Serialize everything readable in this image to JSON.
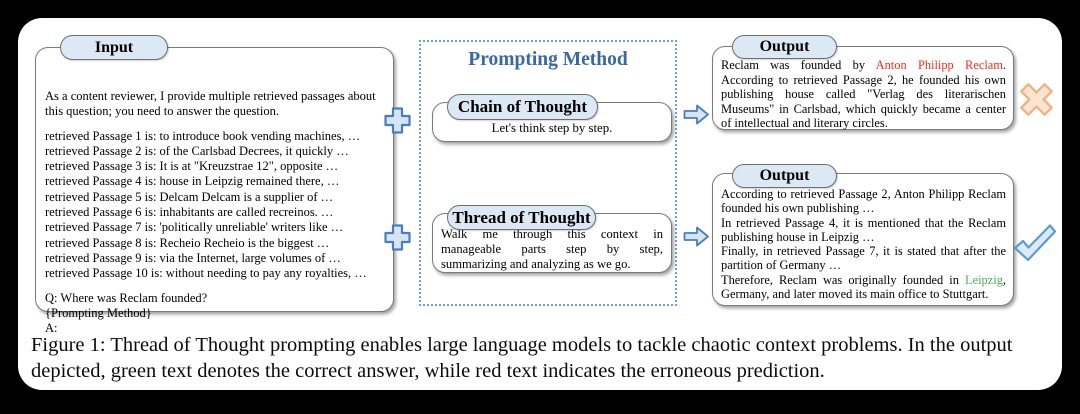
{
  "colors": {
    "accent_blue": "#3a67a8",
    "correct_green": "#4cae58",
    "error_red": "#fa2b1d",
    "pill_fill": "#dde8f5",
    "icon_blue_fill": "#d5e5f6",
    "icon_blue_stroke": "#4a7ebb",
    "cross_fill": "#fbe4d2",
    "cross_stroke": "#eeb488",
    "check_fill": "#dce9f9",
    "check_stroke": "#5b9bd5"
  },
  "icons": {
    "plus": "plus-icon",
    "arrow_right": "arrow-right-icon",
    "cross": "cross-icon (incorrect)",
    "check": "check-icon (correct)"
  },
  "input": {
    "label": "Input",
    "lines": [
      "As a content reviewer, I provide multiple retrieved passages about",
      "this question; you need to answer the question.",
      "",
      "retrieved Passage 1 is: to introduce book vending machines, …",
      "retrieved Passage 2 is: of the Carlsbad Decrees, it quickly …",
      "retrieved Passage 3 is: It is at \"Kreuzstrae 12\", opposite …",
      "retrieved Passage 4 is: house in Leipzig remained there, …",
      "retrieved Passage 5 is: Delcam Delcam is a supplier of …",
      "retrieved Passage 6 is: inhabitants are called recreinos. …",
      "retrieved Passage 7 is: 'politically unreliable' writers like …",
      "retrieved Passage 8 is: Recheio Recheio is the biggest …",
      "retrieved Passage 9 is: via the Internet, large volumes of …",
      "retrieved Passage 10 is: without needing to pay any royalties, …",
      "",
      "Q: Where was Reclam founded?",
      "{Prompting Method}",
      "A:"
    ]
  },
  "method": {
    "title": "Prompting Method",
    "cot": {
      "label": "Chain of Thought",
      "text": "Let's think step by step."
    },
    "tot": {
      "label": "Thread of Thought",
      "text": "Walk me through this context in manageable parts step by step, summarizing and analyzing as we go."
    }
  },
  "outputs": [
    {
      "label": "Output",
      "verdict": "incorrect",
      "segments": [
        {
          "text": "Reclam was founded by "
        },
        {
          "text": "Anton Philipp Reclam",
          "color": "red"
        },
        {
          "text": ". According to retrieved Passage 2, he founded his own publishing house called \"Verlag des literarischen Museums\" in Carlsbad, which quickly became a center of intellectual and literary circles."
        }
      ]
    },
    {
      "label": "Output",
      "verdict": "correct",
      "segments": [
        {
          "text": "According to retrieved Passage 2, Anton Philipp Reclam founded his own publishing …\nIn retrieved Passage 4, it is mentioned that the Reclam publishing house in Leipzig …\nFinally, in retrieved Passage 7, it is stated that after the partition of Germany …\nTherefore, Reclam was originally founded in "
        },
        {
          "text": "Leipzig",
          "color": "green"
        },
        {
          "text": ", Germany, and later moved its main office to Stuttgart."
        }
      ]
    }
  ],
  "caption": "Figure 1: Thread of Thought prompting enables large language models to tackle chaotic context problems. In the output depicted, green text denotes the correct answer, while red text indicates the erroneous prediction."
}
